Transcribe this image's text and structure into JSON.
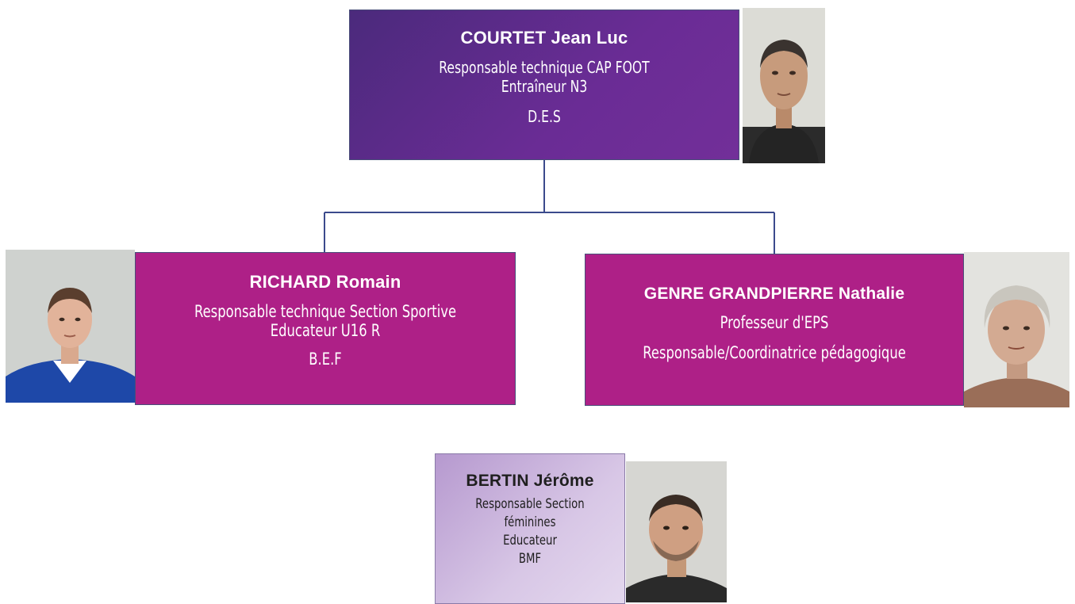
{
  "nodes": {
    "courtet": {
      "name": "COURTET Jean Luc",
      "line1": "Responsable technique CAP FOOT",
      "line2": "Entraîneur N3",
      "line3": "D.E.S"
    },
    "richard": {
      "name": "RICHARD Romain",
      "line1": "Responsable technique Section Sportive",
      "line2": "Educateur U16 R",
      "line3": "B.E.F"
    },
    "genre": {
      "name": "GENRE GRANDPIERRE Nathalie",
      "line1": "Professeur d'EPS",
      "line2": "Responsable/Coordinatrice pédagogique"
    },
    "bertin": {
      "name": "BERTIN Jérôme",
      "line1": "Responsable Section",
      "line2": "féminines",
      "line3": "Educateur",
      "line4": "BMF"
    }
  },
  "colors": {
    "top_box": "#6a2c95",
    "middle_box": "#ae2087",
    "bottom_box": "#d8c7e6",
    "connector": "#3b4a8c"
  },
  "icons": {
    "photo": "person-photo"
  }
}
